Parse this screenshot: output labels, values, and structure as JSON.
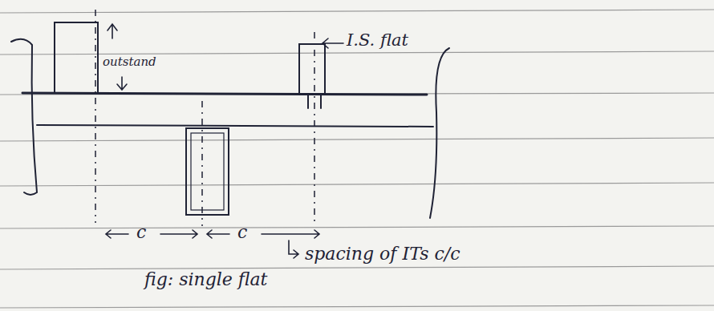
{
  "diagram": {
    "labels": [
      "I.S. flat",
      "outstand",
      "c",
      "c",
      "spacing of ITs c/c",
      "fig: single flat"
    ]
  }
}
